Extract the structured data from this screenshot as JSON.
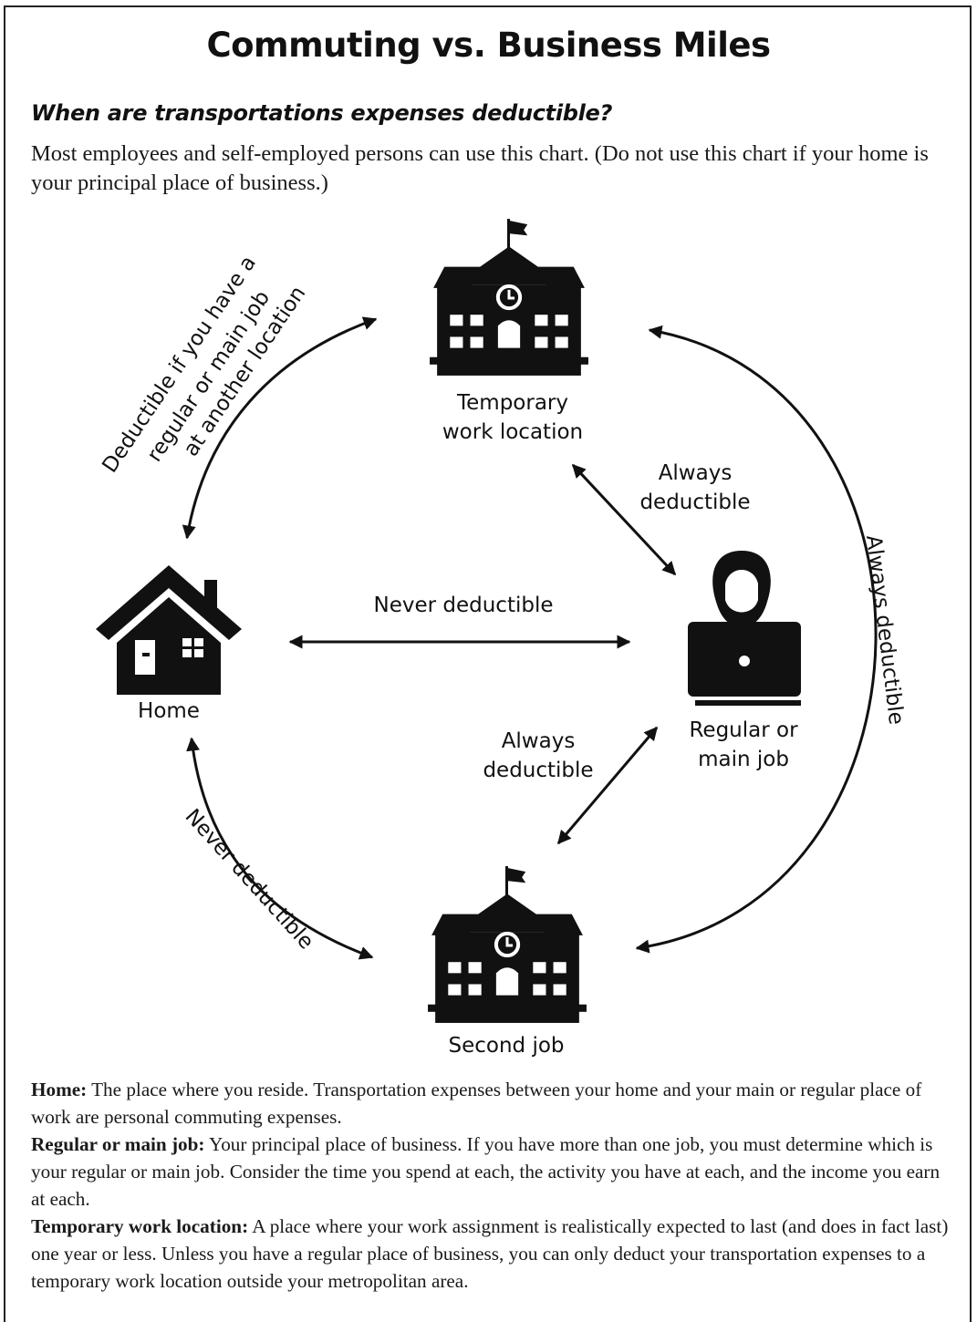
{
  "title": "Commuting vs. Business Miles",
  "subtitle": "When are transportations expenses deductible?",
  "intro": "Most employees and self-employed persons can use this chart. (Do not use this chart if your home is your principal place of business.)",
  "nodes": {
    "temporary": {
      "line1": "Temporary",
      "line2": "work location",
      "icon": "school-building-icon"
    },
    "home": {
      "label": "Home",
      "icon": "house-icon"
    },
    "main_job": {
      "line1": "Regular or",
      "line2": "main job",
      "icon": "person-laptop-icon"
    },
    "second_job": {
      "label": "Second job",
      "icon": "school-building-icon"
    }
  },
  "edges": {
    "home_temp": {
      "line1": "Deductible if you have a",
      "line2": "regular or main job",
      "line3": "at another location"
    },
    "temp_main": {
      "line1": "Always",
      "line2": "deductible"
    },
    "home_main": {
      "label": "Never deductible"
    },
    "main_second": {
      "line1": "Always",
      "line2": "deductible"
    },
    "home_second": {
      "label": "Never deductible"
    },
    "temp_second": {
      "label": "Always deductible"
    }
  },
  "definitions": [
    {
      "term": "Home:",
      "text": " The place where you reside. Transportation expenses between your home and your main or regular place of work are personal commuting expenses."
    },
    {
      "term": "Regular or main job:",
      "text": " Your principal place of business. If you have more than one job, you must determine which is your regular or main job. Consider the time you spend at each, the activity you have at each, and the income you earn at each."
    },
    {
      "term": "Temporary work location:",
      "text": " A place where your work assignment is realistically expected to last (and does in fact last) one year or less. Unless you have a regular place of business, you can only deduct your transportation expenses to a temporary work location outside your metropolitan area."
    }
  ]
}
